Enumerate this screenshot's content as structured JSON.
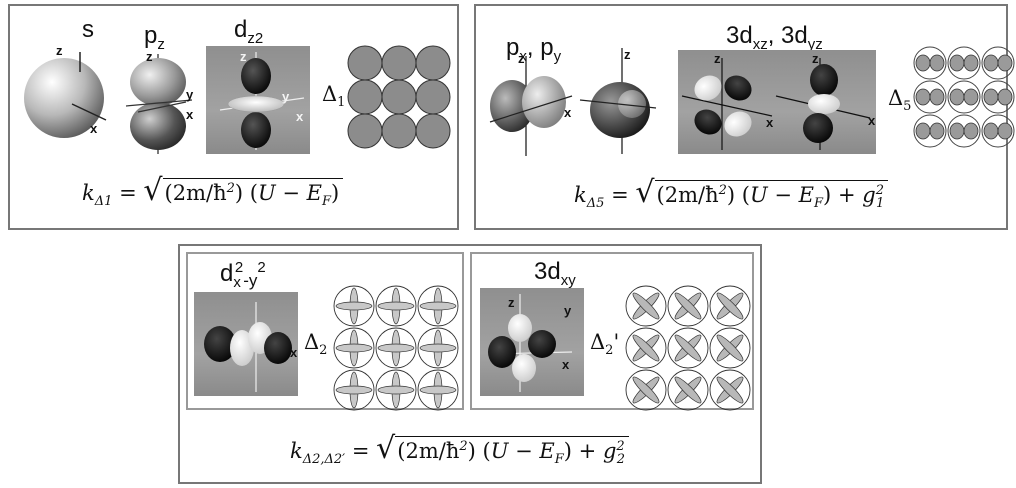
{
  "labels": {
    "s": "s",
    "pz": "p",
    "pz_sub": "z",
    "dz2": "d",
    "dz2_sub": "z2",
    "px": "p",
    "px_sub": "x",
    "py": "p",
    "py_sub": "y",
    "sep": ", ",
    "d_xz": "3d",
    "d_xz_sub": "xz",
    "d_yz": "3d",
    "d_yz_sub": "yz",
    "dx2y2": "d",
    "dx2y2_sub": "x",
    "dx2y2_sup1": "2",
    "dx2y2_mid": "-y",
    "dx2y2_sup2": "2",
    "dxy": "3d",
    "dxy_sub": "xy"
  },
  "axes": {
    "x": "x",
    "y": "y",
    "z": "z"
  },
  "deltas": {
    "d1": "Δ",
    "d1_sub": "1",
    "d5": "Δ",
    "d5_sub": "5",
    "d2": "Δ",
    "d2_sub": "2",
    "d2p": "Δ",
    "d2p_sub": "2",
    "d2p_prime": "'"
  },
  "equations": {
    "k": "k",
    "sub1": "Δ1",
    "sub5": "Δ5",
    "sub22": "Δ2,Δ2′",
    "equals": "=",
    "two_m": "2m",
    "hbar": "ħ",
    "hbar_sup": "2",
    "U": "U",
    "minus": "−",
    "E": "E",
    "E_sub": "F",
    "plus": "+",
    "g": "g",
    "g1_sub": "1",
    "g2_sub": "2",
    "g_sup": "2"
  }
}
